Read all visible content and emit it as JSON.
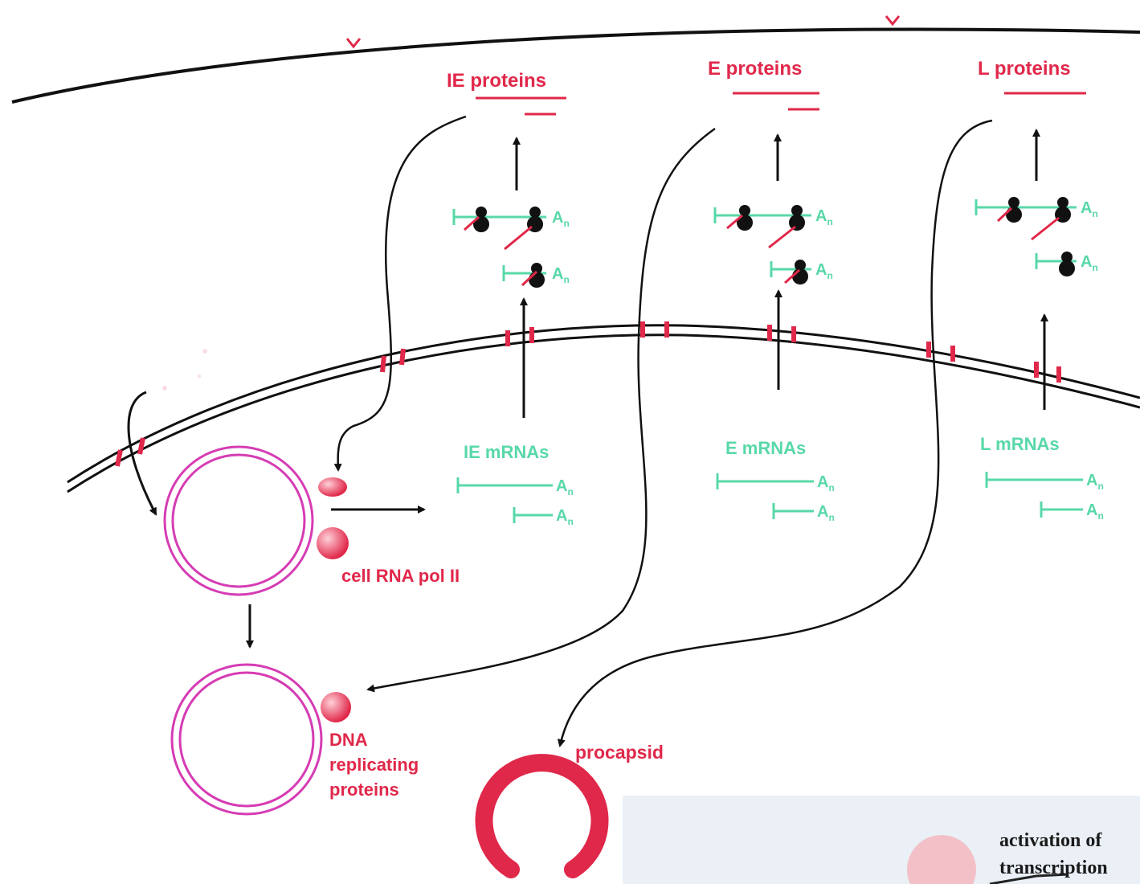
{
  "stages": [
    {
      "protein_label": "IE proteins",
      "mrna_label": "IE mRNAs"
    },
    {
      "protein_label": "E proteins",
      "mrna_label": "E mRNAs"
    },
    {
      "protein_label": "L proteins",
      "mrna_label": "L mRNAs"
    }
  ],
  "poly_a_label": "A",
  "poly_a_subscript": "n",
  "labels": {
    "rna_pol": "cell RNA pol II",
    "dna_rep_line1": "DNA",
    "dna_rep_line2": "replicating",
    "dna_rep_line3": "proteins",
    "procapsid": "procapsid"
  },
  "inset": {
    "line1": "activation of",
    "line2": "transcription"
  },
  "colors": {
    "red": "#e0284a",
    "green": "#58d8a8",
    "magenta": "#d63cb4",
    "black": "#111111"
  }
}
